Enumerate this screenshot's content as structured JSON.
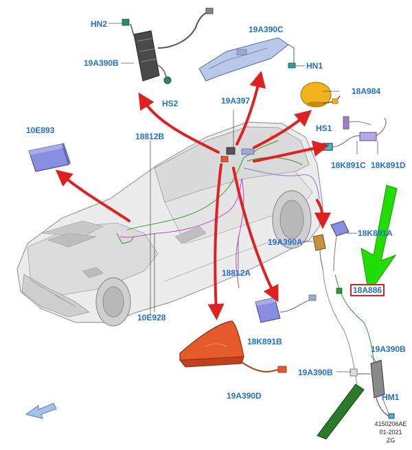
{
  "labels": {
    "hn2": "HN2",
    "a19a390b_top": "19A390B",
    "hs2": "HS2",
    "a19a390c": "19A390C",
    "hn1": "HN1",
    "a18a984": "18A984",
    "a19a397": "19A397",
    "hs1": "HS1",
    "a10e893": "10E893",
    "a18812b": "18812B",
    "a18k891c": "18K891C",
    "a18k891d": "18K891D",
    "a18k891a": "18K891A",
    "a19a390a": "19A390A",
    "a18a886": "18A886",
    "a18812a": "18812A",
    "a10e928": "10E928",
    "a18k891b": "18K891B",
    "a19a390b_right": "19A390B",
    "a19a390b_low": "19A390B",
    "hm1": "HM1",
    "a19a390d": "19A390D"
  },
  "reference": {
    "code": "4150206AE",
    "date": "01-2021",
    "initials": "ZG"
  },
  "colors": {
    "label_blue": "#1f6fd6",
    "arrow_red": "#e02020",
    "highlight_green": "#22dd00",
    "component_purple": "#8a8ee0",
    "antenna_orange": "#e45a2a",
    "antenna_yellow": "#f2b21a"
  }
}
